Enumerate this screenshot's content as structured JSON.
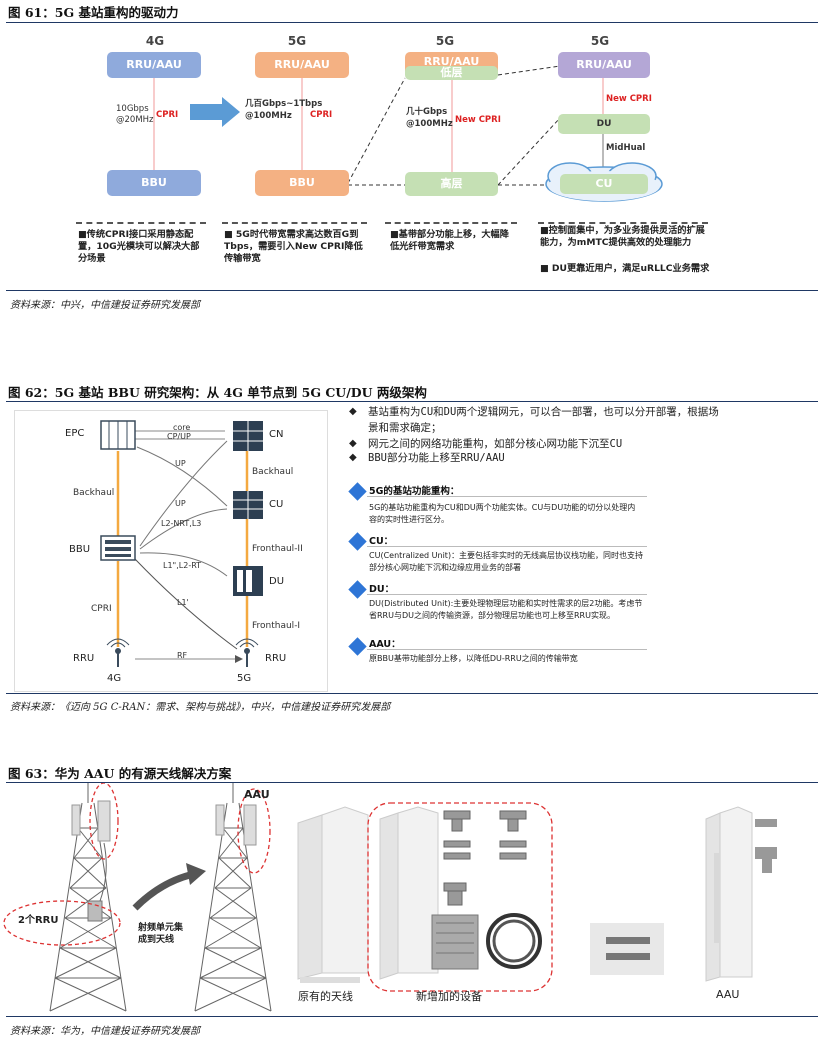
{
  "fig61": {
    "title": "图 61：5G 基站重构的驱动力",
    "gen_4g": "4G",
    "gen_5g_a": "5G",
    "gen_5g_b": "5G",
    "gen_5g_c": "5G",
    "col1": {
      "top": "RRU/AAU",
      "bottom": "BBU",
      "rate": "10Gbps\n@20MHz",
      "link": "CPRI"
    },
    "col2": {
      "top": "RRU/AAU",
      "bottom": "BBU",
      "rate": "几百Gbps~1Tbps\n@100MHz",
      "link": "CPRI"
    },
    "col3": {
      "top": "RRU/AAU",
      "top_overlay": "低层",
      "bottom": "高层",
      "rate": "几十Gbps\n@100MHz",
      "link": "New CPRI"
    },
    "col4": {
      "top": "RRU/AAU",
      "mid": "DU",
      "bottom": "CU",
      "link1": "New CPRI",
      "link2": "MidHual"
    },
    "notes": [
      "■传统CPRI接口采用静态配置，10G光模块可以解决大部分场景",
      "■ 5G时代带宽需求高达数百G到Tbps，需要引入New CPRI降低传输带宽",
      "■基带部分功能上移，大幅降低光纤带宽需求",
      "■控制面集中，为多业务提供灵活的扩展能力，为mMTC提供高效的处理能力",
      "■ DU更靠近用户，满足uRLLC业务需求"
    ],
    "source": "资料来源：中兴，中信建投证券研究发展部"
  },
  "fig62": {
    "title": "图 62：5G 基站 BBU 研究架构：从 4G 单节点到 5G CU/DU 两级架构",
    "left": {
      "epc": "EPC",
      "bbu": "BBU",
      "rru_l": "RRU",
      "rru_r": "RRU",
      "cn": "CN",
      "cu": "CU",
      "du": "DU",
      "backhaul_l": "Backhaul",
      "cpri": "CPRI",
      "backhaul_r": "Backhaul",
      "fronthaul2": "Fronthaul-II",
      "fronthaul1": "Fronthaul-I",
      "core": "core",
      "cpup": "CP/UP",
      "up1": "UP",
      "up2": "UP",
      "l2nrt": "L2-NRT,L3",
      "l1rt": "L1\",L2-RT",
      "l1p": "L1'",
      "rf": "RF",
      "g4": "4G",
      "g5": "5G"
    },
    "bullets": [
      "基站重构为CU和DU两个逻辑网元，可以合一部署，也可以分开部署，根据场景和需求确定；",
      "网元之间的网络功能重构，如部分核心网功能下沉至CU",
      "BBU部分功能上移至RRU/AAU"
    ],
    "panel": [
      {
        "head": "5G的基站功能重构：",
        "text": "5G的基站功能重构为CU和DU两个功能实体。CU与DU功能的切分以处理内容的实时性进行区分。"
      },
      {
        "head": "CU：",
        "text": "CU(Centralized Unit)：主要包括非实时的无线高层协议栈功能，同时也支持部分核心网功能下沉和边缘应用业务的部署"
      },
      {
        "head": "DU：",
        "text": "DU(Distributed Unit):主要处理物理层功能和实时性需求的层2功能。考虑节省RRU与DU之间的传输资源，部分物理层功能也可上移至RRU实现。"
      },
      {
        "head": "AAU：",
        "text": "原BBU基带功能部分上移，以降低DU-RRU之间的传输带宽"
      }
    ],
    "source": "资料来源：《迈向 5G C-RAN：需求、架构与挑战》，中兴，中信建投证券研究发展部"
  },
  "fig63": {
    "title": "图 63：华为 AAU 的有源天线解决方案",
    "label_aau": "AAU",
    "label_2rru": "2个RRU",
    "label_arrow": "射频单元集\n成到天线",
    "cap_old": "原有的天线",
    "cap_new": "新增加的设备",
    "cap_aau": "AAU",
    "source": "资料来源：华为，中信建投证券研究发展部"
  },
  "colors": {
    "rule": "#1f3864",
    "blue": "#8faadc",
    "orange": "#f4b183",
    "green": "#c5e0b4",
    "purple": "#b4a7d6",
    "red": "#d22222",
    "diamond": "#2e75d6"
  },
  "icons": [
    "arrow-right-icon",
    "cloud-icon",
    "server-icon",
    "antenna-icon",
    "tower-icon",
    "diamond-bullet-icon",
    "equals-icon"
  ]
}
